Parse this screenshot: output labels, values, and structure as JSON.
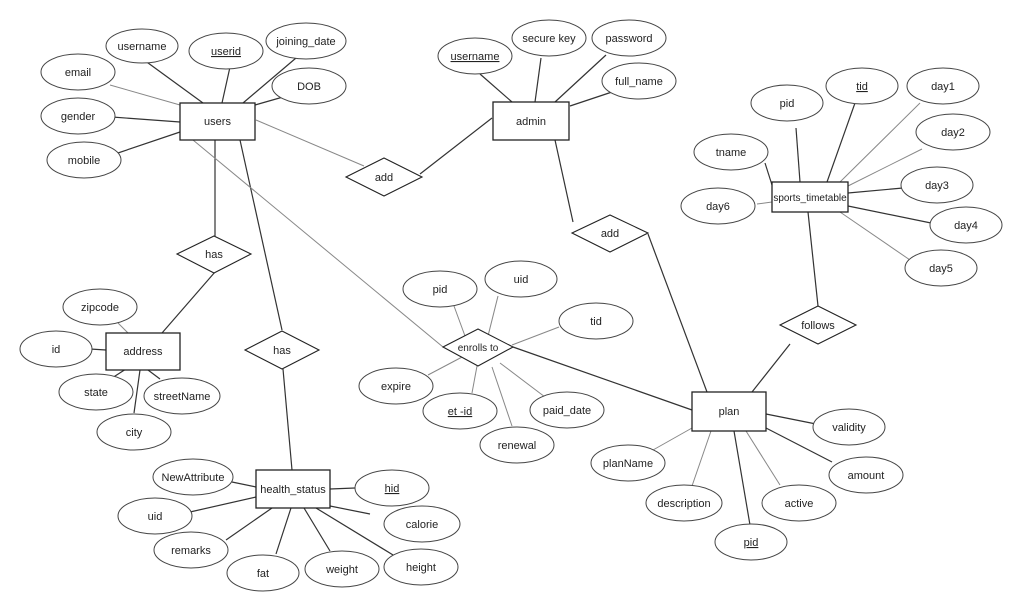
{
  "diagram": {
    "entities": {
      "users": "users",
      "admin": "admin",
      "address": "address",
      "health_status": "health_status",
      "plan": "plan",
      "sports_timetable": "sports_timetable"
    },
    "relationships": {
      "add_users_admin": "add",
      "add_admin_plan": "add",
      "has_address": "has",
      "has_health": "has",
      "enrolls_to": "enrolls to",
      "follows": "follows"
    },
    "attributes": {
      "users_username": "username",
      "users_userid": "userid",
      "users_joining_date": "joining_date",
      "users_email": "email",
      "users_dob": "DOB",
      "users_gender": "gender",
      "users_mobile": "mobile",
      "admin_username": "username",
      "admin_secure_key": "secure key",
      "admin_password": "password",
      "admin_full_name": "full_name",
      "st_pid": "pid",
      "st_tid": "tid",
      "st_day1": "day1",
      "st_day2": "day2",
      "st_day3": "day3",
      "st_day4": "day4",
      "st_day5": "day5",
      "st_day6": "day6",
      "st_tname": "tname",
      "address_zipcode": "zipcode",
      "address_id": "id",
      "address_state": "state",
      "address_streetname": "streetName",
      "address_city": "city",
      "enroll_pid": "pid",
      "enroll_uid": "uid",
      "enroll_tid": "tid",
      "enroll_expire": "expire",
      "enroll_et_id": "et -id",
      "enroll_paid_date": "paid_date",
      "enroll_renewal": "renewal",
      "plan_validity": "validity",
      "plan_planname": "planName",
      "plan_amount": "amount",
      "plan_description": "description",
      "plan_active": "active",
      "plan_pid": "pid",
      "hs_newattribute": "NewAttribute",
      "hs_hid": "hid",
      "hs_uid": "uid",
      "hs_calorie": "calorie",
      "hs_remarks": "remarks",
      "hs_fat": "fat",
      "hs_weight": "weight",
      "hs_height": "height"
    }
  }
}
